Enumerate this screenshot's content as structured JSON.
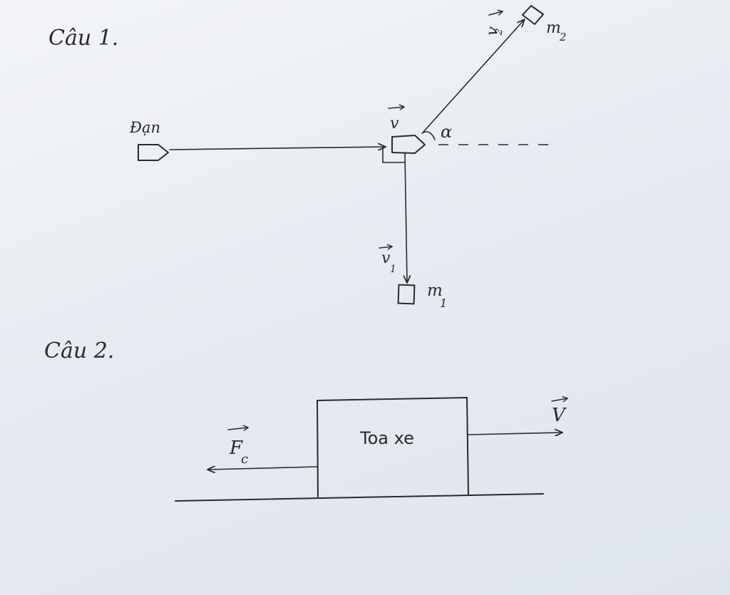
{
  "question1": {
    "heading": "Câu 1.",
    "bullet_label": "Đạn",
    "velocity_label": "v",
    "angle_label": "α",
    "velocity1_label": "v",
    "velocity1_sub": "1",
    "velocity2_label": "v",
    "velocity2_sub": "2",
    "mass1_label": "m",
    "mass1_sub": "1",
    "mass2_label": "m",
    "mass2_sub": "2"
  },
  "question2": {
    "heading": "Câu 2.",
    "car_label": "Toa xe",
    "force_label": "F",
    "force_sub": "c",
    "velocity_label": "V"
  }
}
